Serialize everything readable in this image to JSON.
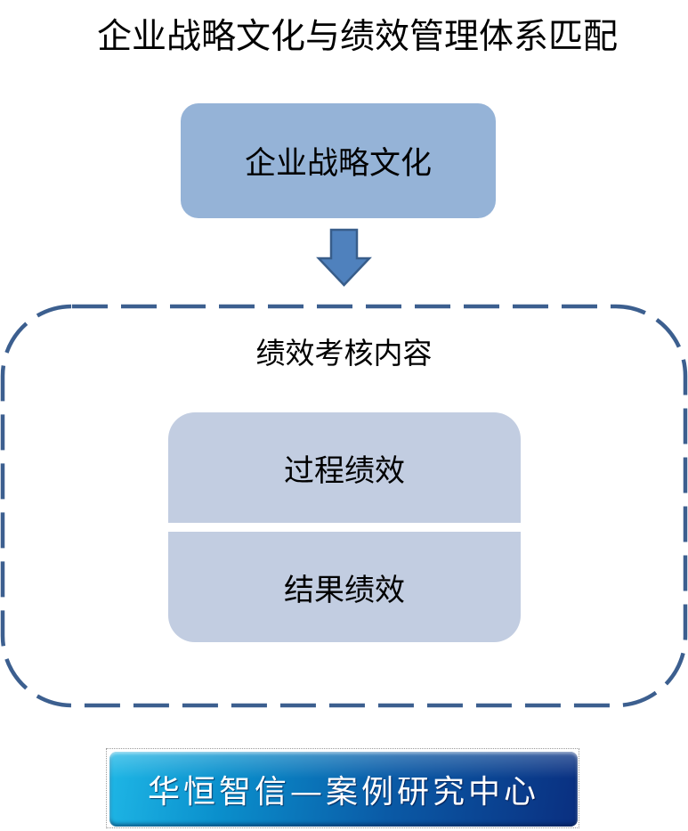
{
  "diagram": {
    "title": "企业战略文化与绩效管理体系匹配",
    "strategy_box": {
      "label": "企业战略文化",
      "color": "#95b3d7"
    },
    "arrow": {
      "icon": "down-arrow-icon",
      "color": "#4f81bd",
      "outline": "#385d8a"
    },
    "performance_group": {
      "label": "绩效考核内容",
      "frame_color": "#3c5f8f",
      "items": [
        {
          "label": "过程绩效",
          "color": "#c2cde1"
        },
        {
          "label": "结果绩效",
          "color": "#c2cde1"
        }
      ]
    },
    "banner": {
      "label": "华恒智信—案例研究中心"
    }
  }
}
